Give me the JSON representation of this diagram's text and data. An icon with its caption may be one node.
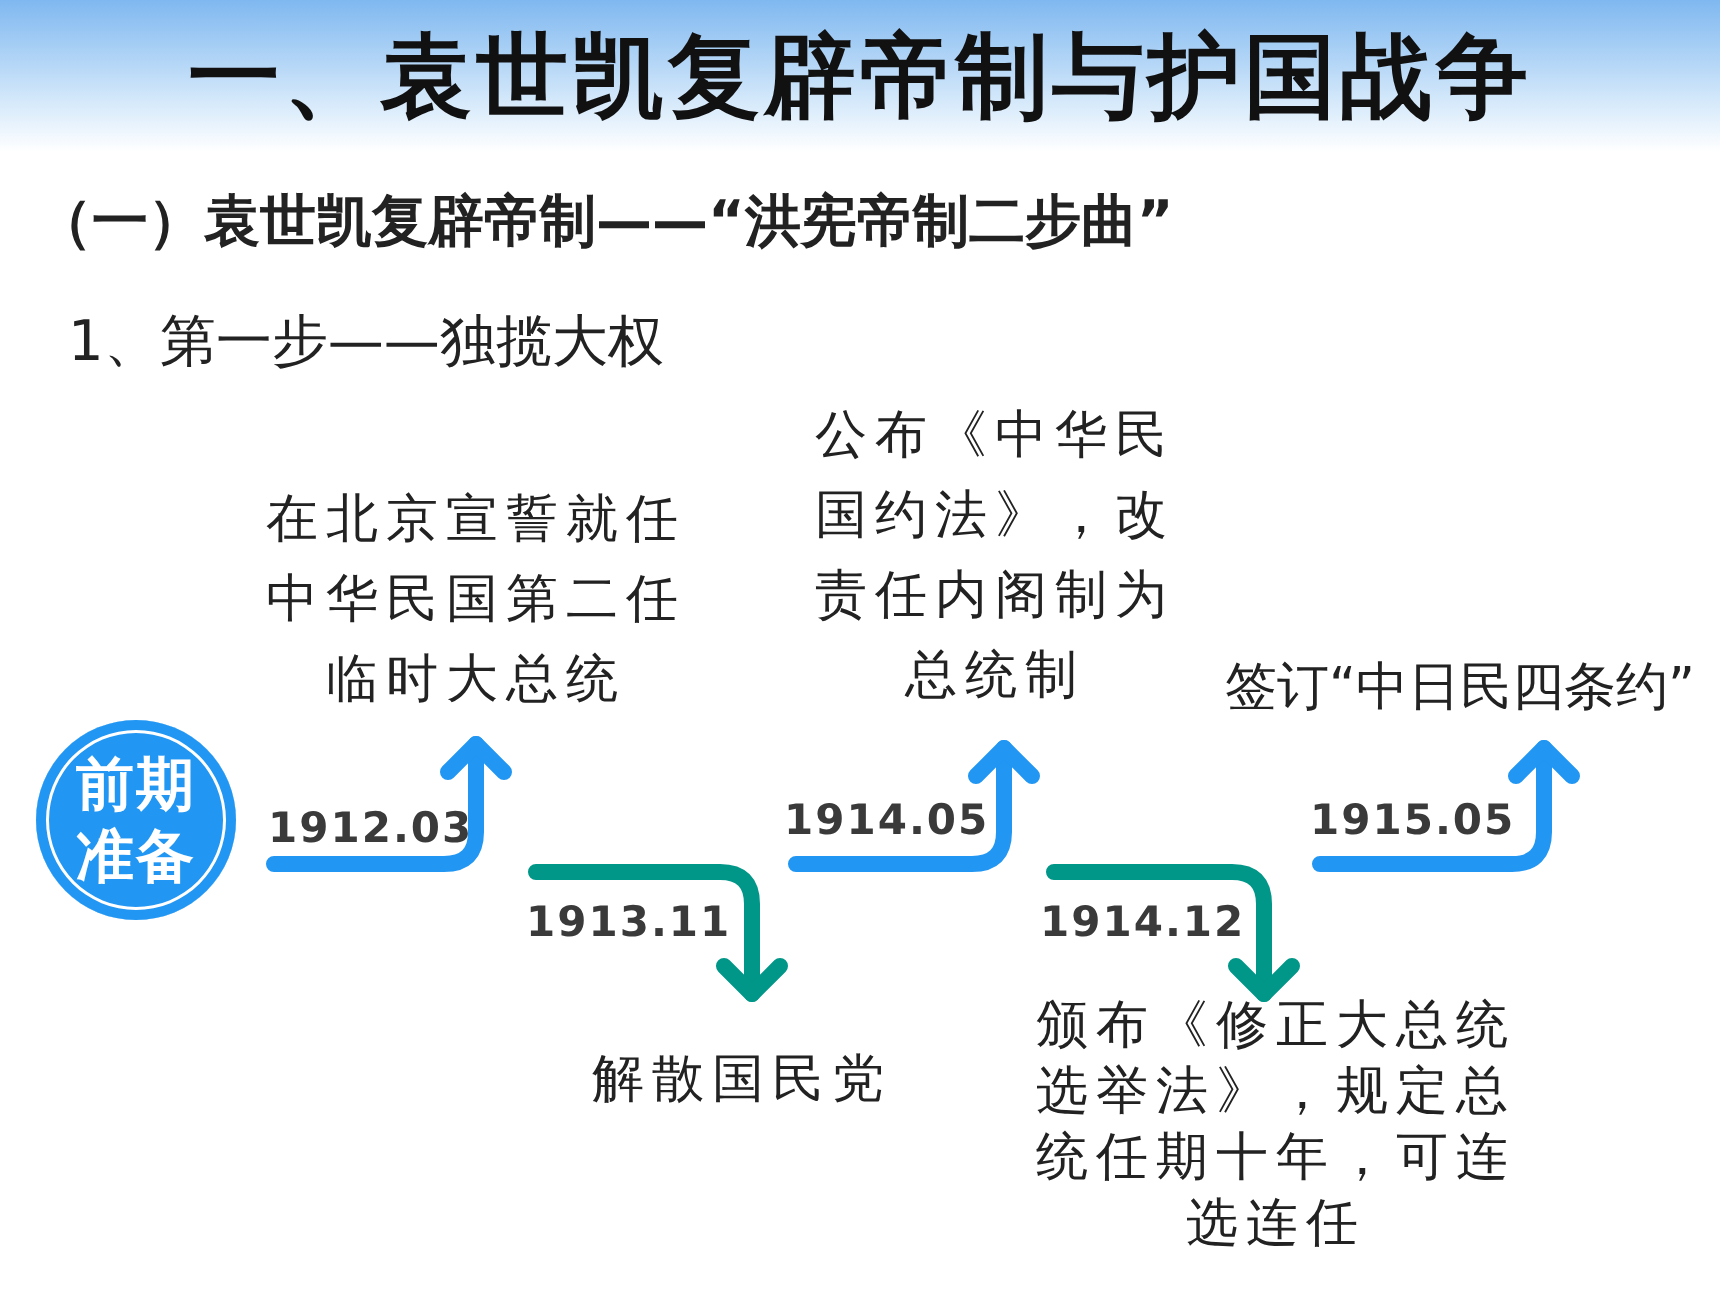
{
  "diagram": {
    "title": "一、袁世凯复辟帝制与护国战争",
    "nodes": [
      {
        "text": [
          "前期准备"
        ]
      },
      {
        "text": [
          "在北京宣誓就任中华民国第二任临时大总统"
        ]
      },
      {
        "text": [
          "解散国民党"
        ]
      },
      {
        "text": [
          "公布《中华民国约法》，改责任内阁制为总统制"
        ]
      },
      {
        "text": [
          "颁布《修正大总统选举法》，规定总统任期十年，可连选连任"
        ]
      },
      {
        "text": [
          "签订“中日民四条约”"
        ]
      }
    ],
    "edges": [
      {
        "from": null,
        "to": 1,
        "arrow": "to",
        "label": "1912.03"
      },
      {
        "from": null,
        "to": 2,
        "arrow": "to",
        "label": "1913.11",
        "color": "#009688"
      },
      {
        "from": null,
        "to": 3,
        "arrow": "to",
        "label": "1914.05"
      },
      {
        "from": null,
        "to": 4,
        "arrow": "to",
        "label": "1914.12",
        "color": "#009688"
      },
      {
        "from": null,
        "to": 5,
        "arrow": "to",
        "label": "1915.05"
      }
    ],
    "labels": [
      "（一）袁世凯复辟帝制——“洪宪帝制二步曲”",
      "1、第一步——独揽大权"
    ]
  }
}
